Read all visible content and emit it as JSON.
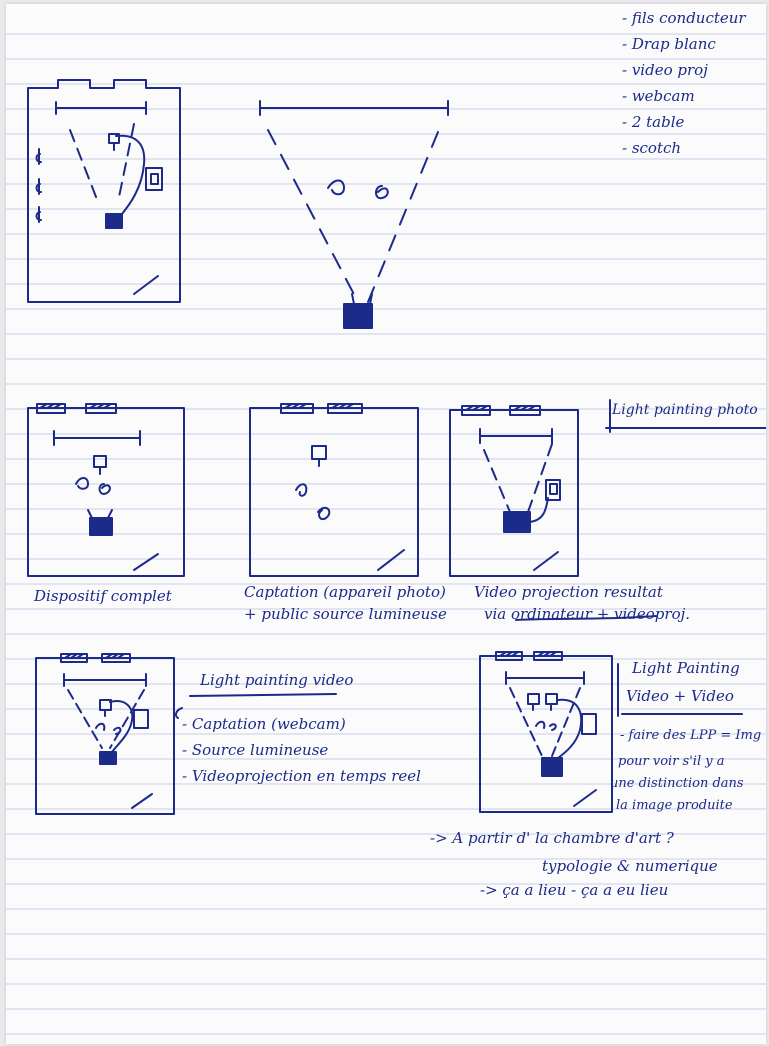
{
  "ink_color": "#1c2a8a",
  "checklist": [
    "- fils conducteur",
    "- Drap blanc",
    "- video proj",
    "- webcam",
    "- 2 table",
    "- scotch"
  ],
  "section_title": "Light painting photo",
  "captions": {
    "complete": "Dispositif complet",
    "capture_line1": "Captation (appareil photo)",
    "capture_line2": "+ public   source lumineuse",
    "projection_line1": "Video projection resultat",
    "projection_line2": "via ordinateur + videoproj."
  },
  "video_section": {
    "title": "Light painting video",
    "items": [
      "- Captation (webcam)",
      "- Source lumineuse",
      "- Videoprojection en temps reel"
    ]
  },
  "photo_video_section": {
    "title_line1": "Light Painting",
    "title_line2": "Video + Video",
    "notes": [
      "- faire des LPP = Img",
      "pour voir s'il y a",
      "une distinction dans",
      "la image produite"
    ]
  },
  "bottom_notes": [
    "-> A partir d' la chambre d'art ?",
    "typologie & numerique",
    "-> ça a lieu  -  ça a eu lieu"
  ]
}
